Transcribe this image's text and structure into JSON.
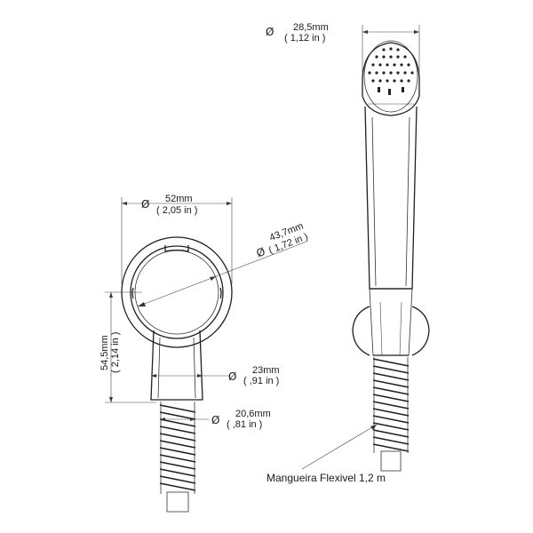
{
  "dimensions": {
    "head_diameter": {
      "symbol": "Ø",
      "metric": "28,5mm",
      "imperial": "( 1,12 in )"
    },
    "holder_width": {
      "symbol": "Ø",
      "metric": "52mm",
      "imperial": "( 2,05 in )"
    },
    "holder_inner": {
      "symbol": "Ø",
      "metric": "43,7mm",
      "imperial": "( 1,72 in )"
    },
    "holder_height": {
      "metric": "54,5mm",
      "imperial": "( 2,14 in )"
    },
    "neck_diameter": {
      "symbol": "Ø",
      "metric": "23mm",
      "imperial": "( ,91 in )"
    },
    "hose_diameter": {
      "symbol": "Ø",
      "metric": "20,6mm",
      "imperial": "( ,81 in )"
    }
  },
  "callouts": {
    "hose": "Mangueira Flexivel 1,2 m"
  }
}
